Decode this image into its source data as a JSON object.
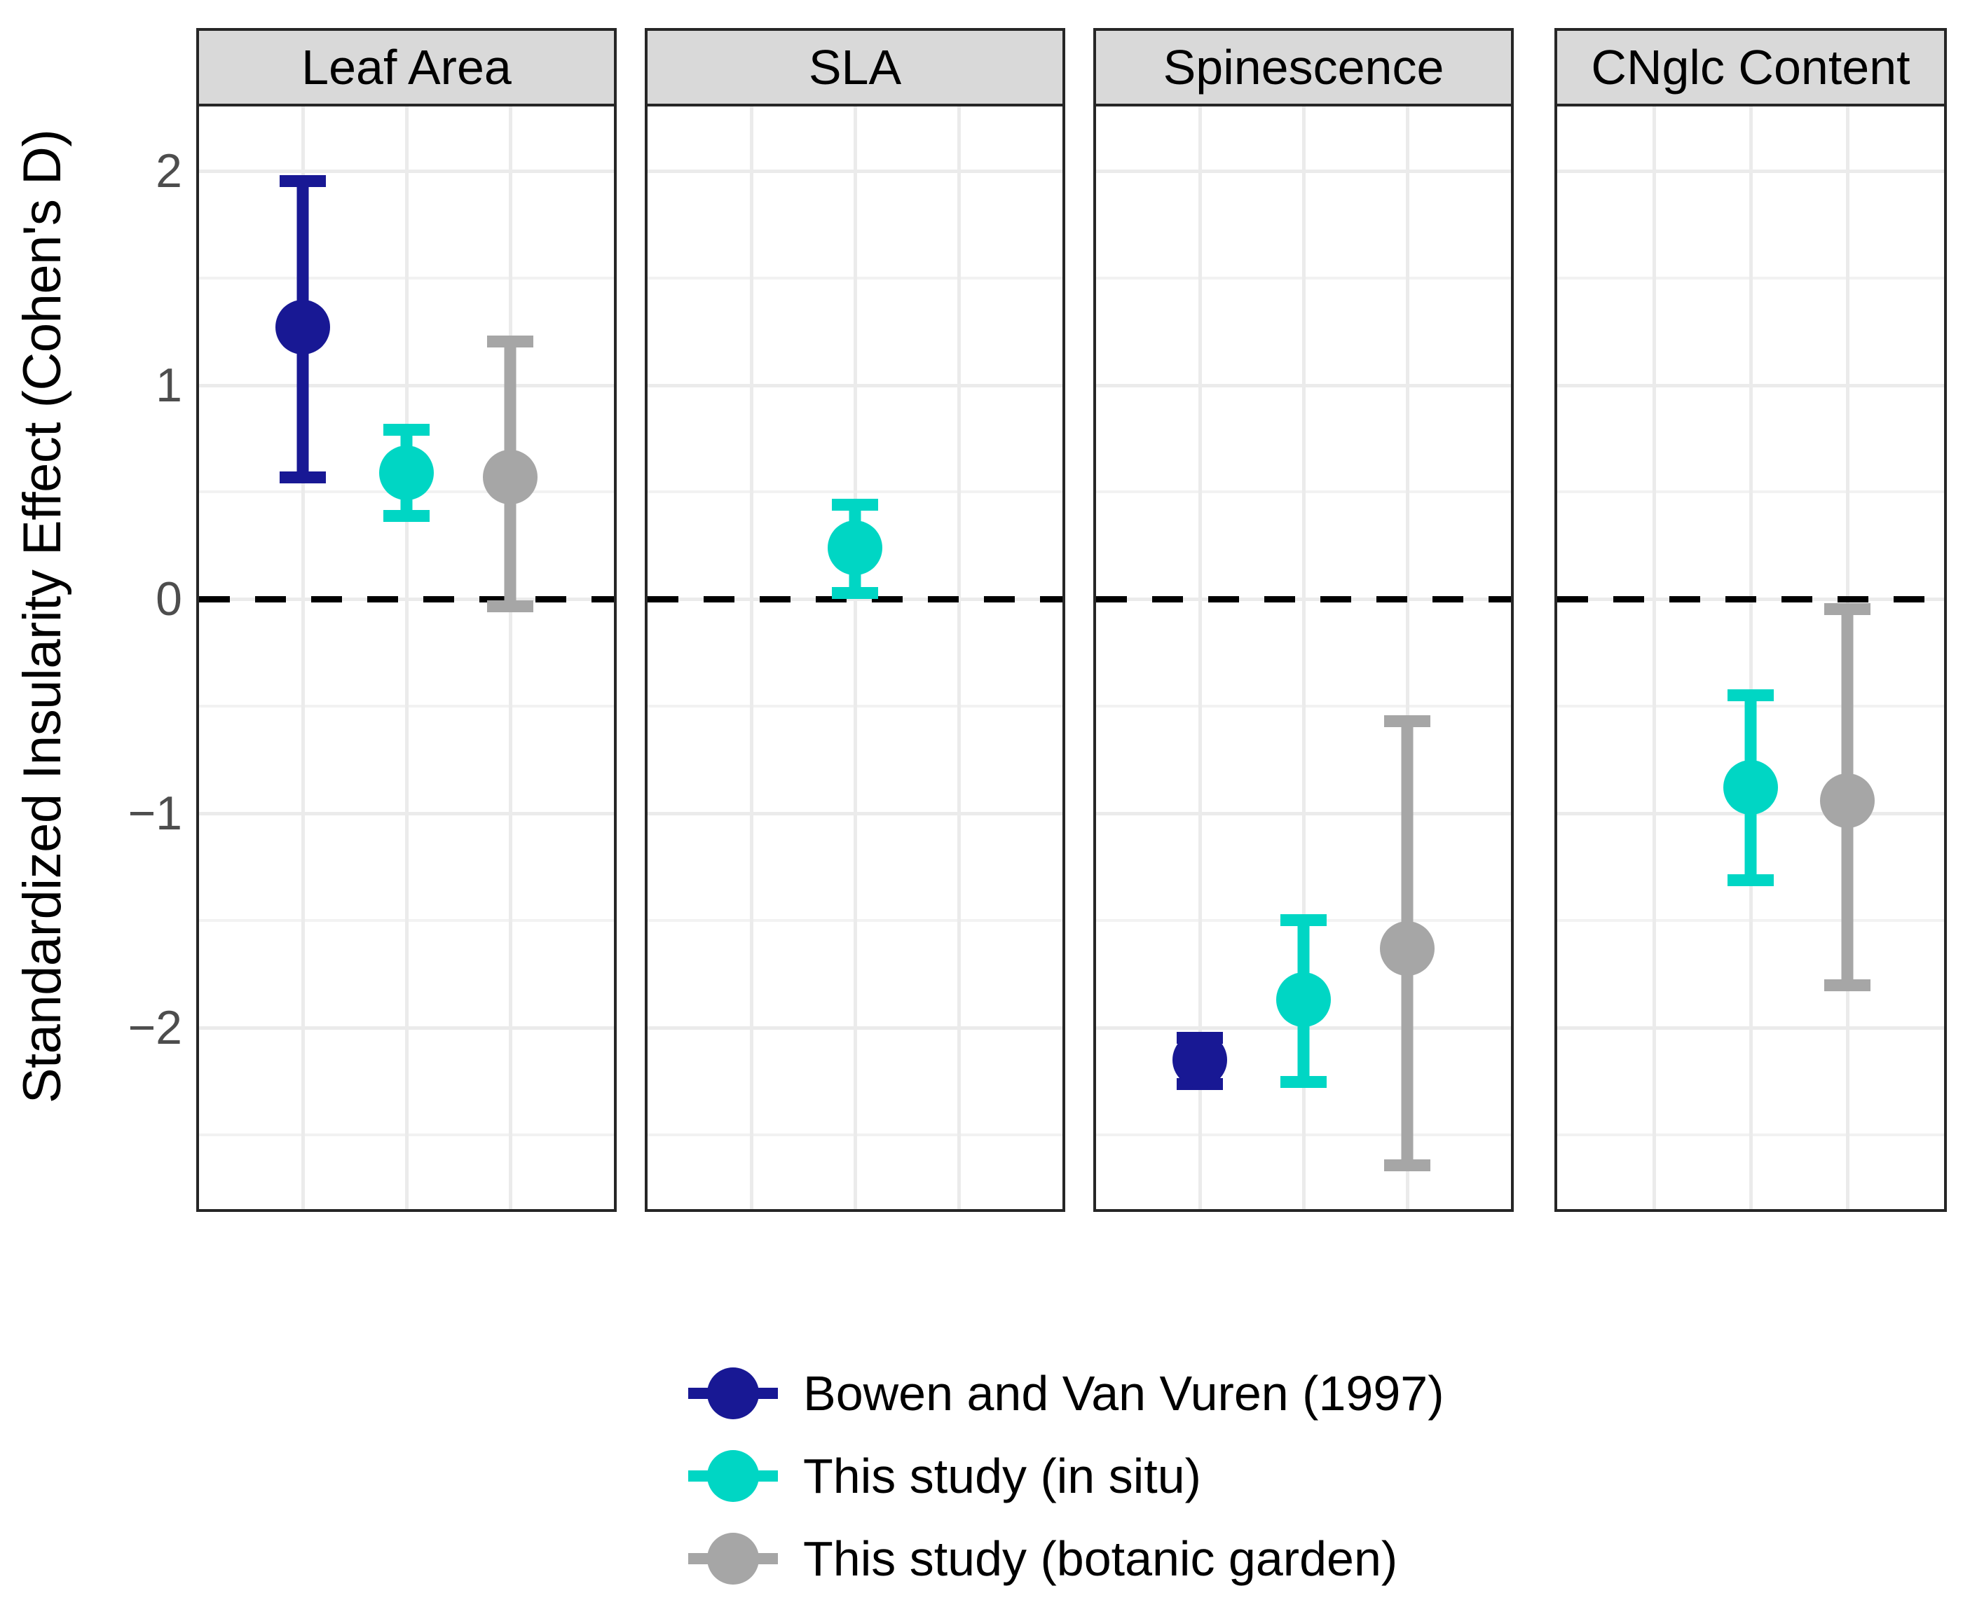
{
  "axis": {
    "y_title": "Standardized Insularity Effect (Cohen's D)",
    "y_ticks": [
      "2",
      "1",
      "0",
      "−1",
      "−2"
    ],
    "y_tick_values": [
      2,
      1,
      0,
      -1,
      -2
    ],
    "y_min": -2.86,
    "y_max": 2.3
  },
  "panels": [
    {
      "label": "Leaf Area"
    },
    {
      "label": "SLA"
    },
    {
      "label": "Spinescence"
    },
    {
      "label": "CNglc Content"
    }
  ],
  "legend": {
    "items": [
      {
        "label": "Bowen and Van Vuren (1997)",
        "color": "#181894"
      },
      {
        "label": "This study (in situ)",
        "color": "#00D6C4"
      },
      {
        "label": "This study (botanic garden)",
        "color": "#A6A6A6"
      }
    ]
  },
  "colors": {
    "navy": "#181894",
    "cyan": "#00D6C4",
    "grey": "#A6A6A6",
    "strip_fill": "#D9D9D9",
    "panel_border": "#262626",
    "gridline_major": "#EBEBEB",
    "gridline_minor": "#F2F2F2",
    "zero_line": "#000000",
    "tick_label": "#4D4D4D"
  },
  "chart_data": {
    "type": "scatter",
    "title": "",
    "xlabel": "",
    "ylabel": "Standardized Insularity Effect (Cohen's D)",
    "ylim": [
      -2.86,
      2.3
    ],
    "grid": true,
    "legend_position": "bottom",
    "reference_line": {
      "y": 0,
      "style": "dashed",
      "color": "#000000"
    },
    "facets": [
      "Leaf Area",
      "SLA",
      "Spinescence",
      "CNglc Content"
    ],
    "series": [
      {
        "name": "Bowen and Van Vuren (1997)",
        "color": "#181894",
        "points": [
          {
            "facet": "Leaf Area",
            "slot": 1,
            "estimate": 1.27,
            "ci_low": 0.54,
            "ci_high": 1.98
          },
          {
            "facet": "Spinescence",
            "slot": 1,
            "estimate": -2.15,
            "ci_low": -2.29,
            "ci_high": -2.02
          }
        ]
      },
      {
        "name": "This study (in situ)",
        "color": "#00D6C4",
        "points": [
          {
            "facet": "Leaf Area",
            "slot": 2,
            "estimate": 0.59,
            "ci_low": 0.36,
            "ci_high": 0.82
          },
          {
            "facet": "SLA",
            "slot": 2,
            "estimate": 0.24,
            "ci_low": 0.0,
            "ci_high": 0.47
          },
          {
            "facet": "Spinescence",
            "slot": 2,
            "estimate": -1.87,
            "ci_low": -2.28,
            "ci_high": -1.47
          },
          {
            "facet": "CNglc Content",
            "slot": 2,
            "estimate": -0.88,
            "ci_low": -1.34,
            "ci_high": -0.42
          }
        ]
      },
      {
        "name": "This study (botanic garden)",
        "color": "#A6A6A6",
        "points": [
          {
            "facet": "Leaf Area",
            "slot": 3,
            "estimate": 0.57,
            "ci_low": -0.06,
            "ci_high": 1.23
          },
          {
            "facet": "Spinescence",
            "slot": 3,
            "estimate": -1.63,
            "ci_low": -2.67,
            "ci_high": -0.54
          },
          {
            "facet": "CNglc Content",
            "slot": 3,
            "estimate": -0.94,
            "ci_low": -1.83,
            "ci_high": -0.02
          }
        ]
      }
    ]
  }
}
